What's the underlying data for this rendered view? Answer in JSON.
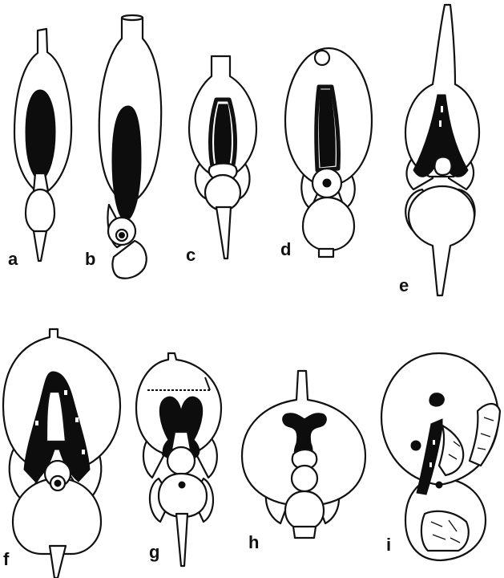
{
  "figure": {
    "panels": [
      {
        "id": "a",
        "label": "a"
      },
      {
        "id": "b",
        "label": "b"
      },
      {
        "id": "c",
        "label": "c"
      },
      {
        "id": "d",
        "label": "d"
      },
      {
        "id": "e",
        "label": "e"
      },
      {
        "id": "f",
        "label": "f"
      },
      {
        "id": "g",
        "label": "g"
      },
      {
        "id": "h",
        "label": "h"
      },
      {
        "id": "i",
        "label": "i"
      }
    ]
  }
}
